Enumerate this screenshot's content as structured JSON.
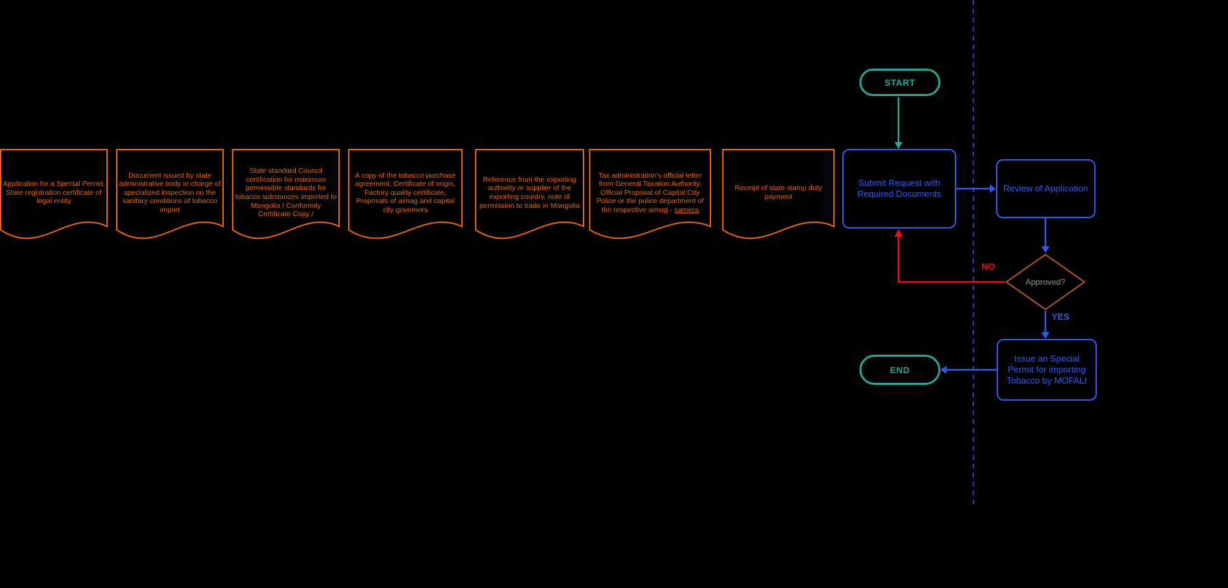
{
  "colors": {
    "background": "#000000",
    "orange": "#E8650F",
    "blue": "#2E5BE8",
    "teal": "#27A598",
    "red": "#EE1111",
    "decision_border": "#AD561D",
    "decision_text": "#8F8F8F"
  },
  "documents": {
    "items": [
      {
        "text": "Application for a Special Permit, State registration certificate of legal entity"
      },
      {
        "text": "Document issued by state administrative body in charge of specialized inspection on the sanitary conditions of tobacco import"
      },
      {
        "text": "State standard Council certification for maximum permissible standards for  tobacco substances  imported to Mongolia / Conformity Certificate Copy /"
      },
      {
        "text": "A copy of the tobacco purchase agreement, Certificate of origin, Factory quality certificate, Proposals of aimag and capital city governors"
      },
      {
        "text": "Reference from the exporting authority or supplier of the exporting country, note of permission to trade in Mongolia"
      },
      {
        "text": "Tax administration's official letter from General Taxation Authority, Official Proposal of Capital City Police or the police department of the respective aimag - ",
        "link": "camera"
      },
      {
        "text": "Receipt of state stamp duty payment"
      }
    ]
  },
  "flow": {
    "start_label": "START",
    "submit_label": "Submit Request with Required Documents",
    "review_label": "Review of Application",
    "decision_label": "Approved?",
    "issue_label": "Issue an Special Permit for importing Tobacco by MOFALI",
    "end_label": "END",
    "no_label": "NO",
    "yes_label": "YES"
  }
}
